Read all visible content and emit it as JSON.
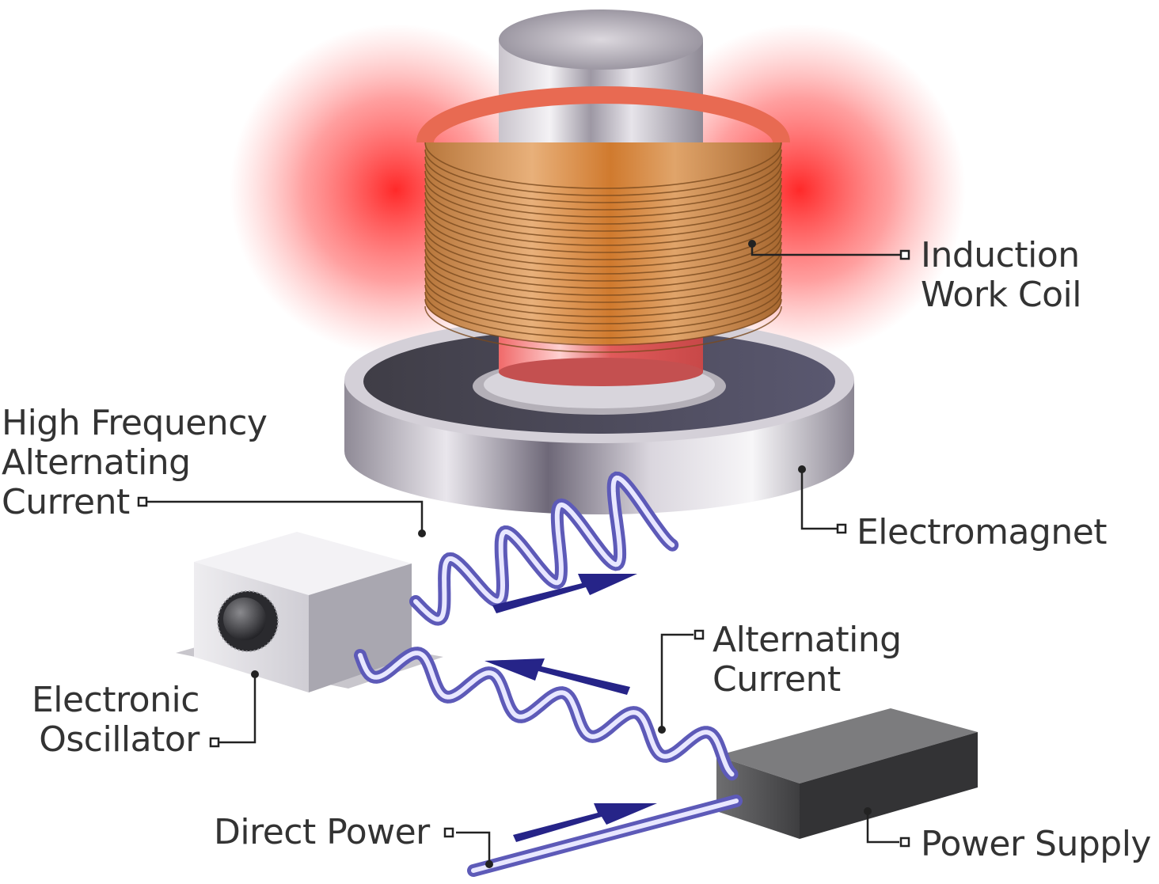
{
  "labels": {
    "induction_coil": [
      "Induction",
      "Work Coil"
    ],
    "hf_current": [
      "High Frequency",
      "Alternating",
      "Current"
    ],
    "electromagnet": [
      "Electromagnet"
    ],
    "alternating_current": [
      "Alternating",
      "Current"
    ],
    "oscillator": [
      "Electronic",
      "Oscillator"
    ],
    "direct_power": [
      "Direct Power"
    ],
    "power_supply": [
      "Power Supply"
    ]
  },
  "colors": {
    "heat_glow": "#ff2a2a",
    "copper": "#c8884a",
    "wave": "#6a67c8",
    "arrow": "#262488",
    "metal": "#b5b0b8",
    "text": "#333333"
  }
}
